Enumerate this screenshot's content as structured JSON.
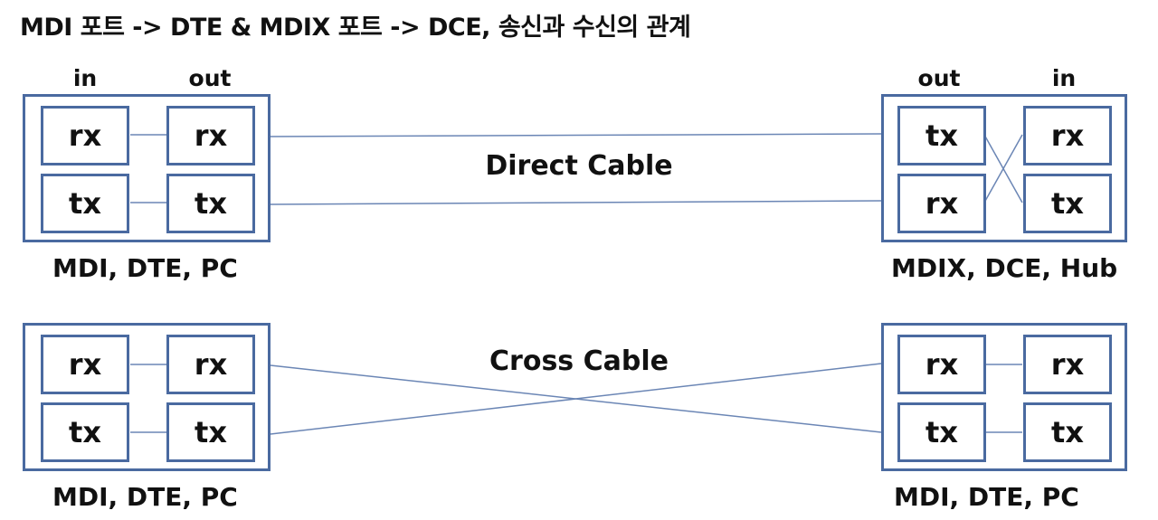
{
  "title": "MDI 포트 -> DTE & MDIX 포트 -> DCE, 송신과 수신의 관계",
  "top": {
    "left": {
      "col_in": "in",
      "col_out": "out",
      "in_ports": [
        "rx",
        "tx"
      ],
      "out_ports": [
        "rx",
        "tx"
      ],
      "label": "MDI, DTE, PC"
    },
    "cable": "Direct Cable",
    "right": {
      "col_out": "out",
      "col_in": "in",
      "out_ports": [
        "tx",
        "rx"
      ],
      "in_ports": [
        "rx",
        "tx"
      ],
      "label": "MDIX, DCE, Hub"
    }
  },
  "bottom": {
    "left": {
      "in_ports": [
        "rx",
        "tx"
      ],
      "out_ports": [
        "rx",
        "tx"
      ],
      "label": "MDI, DTE, PC"
    },
    "cable": "Cross Cable",
    "right": {
      "out_ports": [
        "rx",
        "tx"
      ],
      "in_ports": [
        "rx",
        "tx"
      ],
      "label": "MDI, DTE, PC"
    }
  },
  "colors": {
    "border": "#4a6aa0",
    "wire": "#6b86b5"
  }
}
